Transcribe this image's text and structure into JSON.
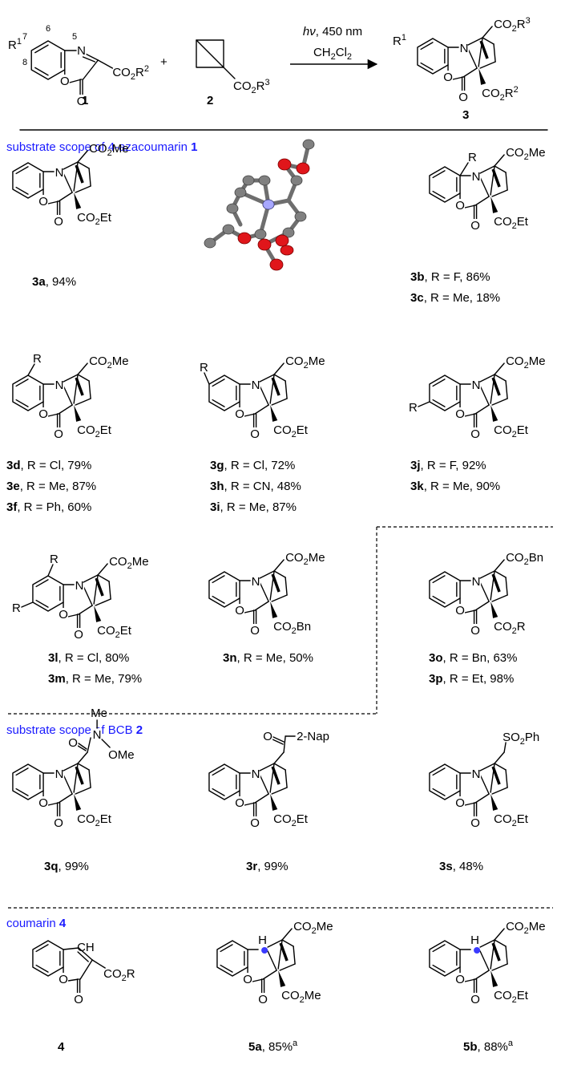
{
  "header": {
    "reactant1_label": "1",
    "reactant2_label": "2",
    "product_label": "3",
    "plus": "+",
    "conditions_top": "hν, 450 nm",
    "conditions_bottom": "CH2Cl2",
    "ring_numbers": [
      "5",
      "6",
      "7",
      "8"
    ],
    "r1": "R1",
    "co2r2": "CO2R2",
    "co2r3": "CO2R3"
  },
  "sections": {
    "azacoumarin_title": "substrate scope of 4-azacoumarin",
    "azacoumarin_num": "1",
    "bcb_title": "substrate scope of BCB",
    "bcb_num": "2",
    "coumarin_title": "coumarin",
    "coumarin_num": "4"
  },
  "compounds": [
    {
      "id": "3a",
      "lines": [
        {
          "b": "3a",
          "t": ", 94%"
        }
      ]
    },
    {
      "id": "3b",
      "lines": [
        {
          "b": "3b",
          "t": ", R = F, 86%"
        },
        {
          "b": "3c",
          "t": ", R = Me, 18%"
        }
      ]
    },
    {
      "id": "3d",
      "lines": [
        {
          "b": "3d",
          "t": ", R = Cl, 79%"
        },
        {
          "b": "3e",
          "t": ", R = Me, 87%"
        },
        {
          "b": "3f",
          "t": ", R = Ph, 60%"
        }
      ]
    },
    {
      "id": "3g",
      "lines": [
        {
          "b": "3g",
          "t": ", R = Cl, 72%"
        },
        {
          "b": "3h",
          "t": ", R = CN, 48%"
        },
        {
          "b": "3i",
          "t": ", R = Me, 87%"
        }
      ]
    },
    {
      "id": "3j",
      "lines": [
        {
          "b": "3j",
          "t": ", R = F, 92%"
        },
        {
          "b": "3k",
          "t": ", R = Me, 90%"
        }
      ]
    },
    {
      "id": "3l",
      "lines": [
        {
          "b": "3l",
          "t": ", R = Cl, 80%"
        },
        {
          "b": "3m",
          "t": ", R = Me, 79%"
        }
      ]
    },
    {
      "id": "3n",
      "lines": [
        {
          "b": "3n",
          "t": ", R = Me, 50%"
        }
      ]
    },
    {
      "id": "3o",
      "lines": [
        {
          "b": "3o",
          "t": ", R = Bn, 63%"
        },
        {
          "b": "3p",
          "t": ", R = Et, 98%"
        }
      ]
    },
    {
      "id": "3q",
      "lines": [
        {
          "b": "3q",
          "t": ", 99%"
        }
      ]
    },
    {
      "id": "3r",
      "lines": [
        {
          "b": "3r",
          "t": ", 99%"
        }
      ]
    },
    {
      "id": "3s",
      "lines": [
        {
          "b": "3s",
          "t": ", 48%"
        }
      ]
    },
    {
      "id": "4",
      "lines": [
        {
          "b": "4",
          "t": ""
        }
      ]
    },
    {
      "id": "5a",
      "lines": [
        {
          "b": "5a",
          "t": ", 85%",
          "sup": "a"
        }
      ]
    },
    {
      "id": "5b",
      "lines": [
        {
          "b": "5b",
          "t": ", 88%",
          "sup": "a"
        }
      ]
    }
  ],
  "substituents": {
    "co2me": "CO2Me",
    "co2et": "CO2Et",
    "co2bn": "CO2Bn",
    "co2r": "CO2R",
    "r": "R",
    "me": "Me",
    "ome": "OMe",
    "nap": "2-Nap",
    "so2ph": "SO2Ph",
    "ch": "CH",
    "h": "H",
    "n": "N",
    "o": "O"
  }
}
